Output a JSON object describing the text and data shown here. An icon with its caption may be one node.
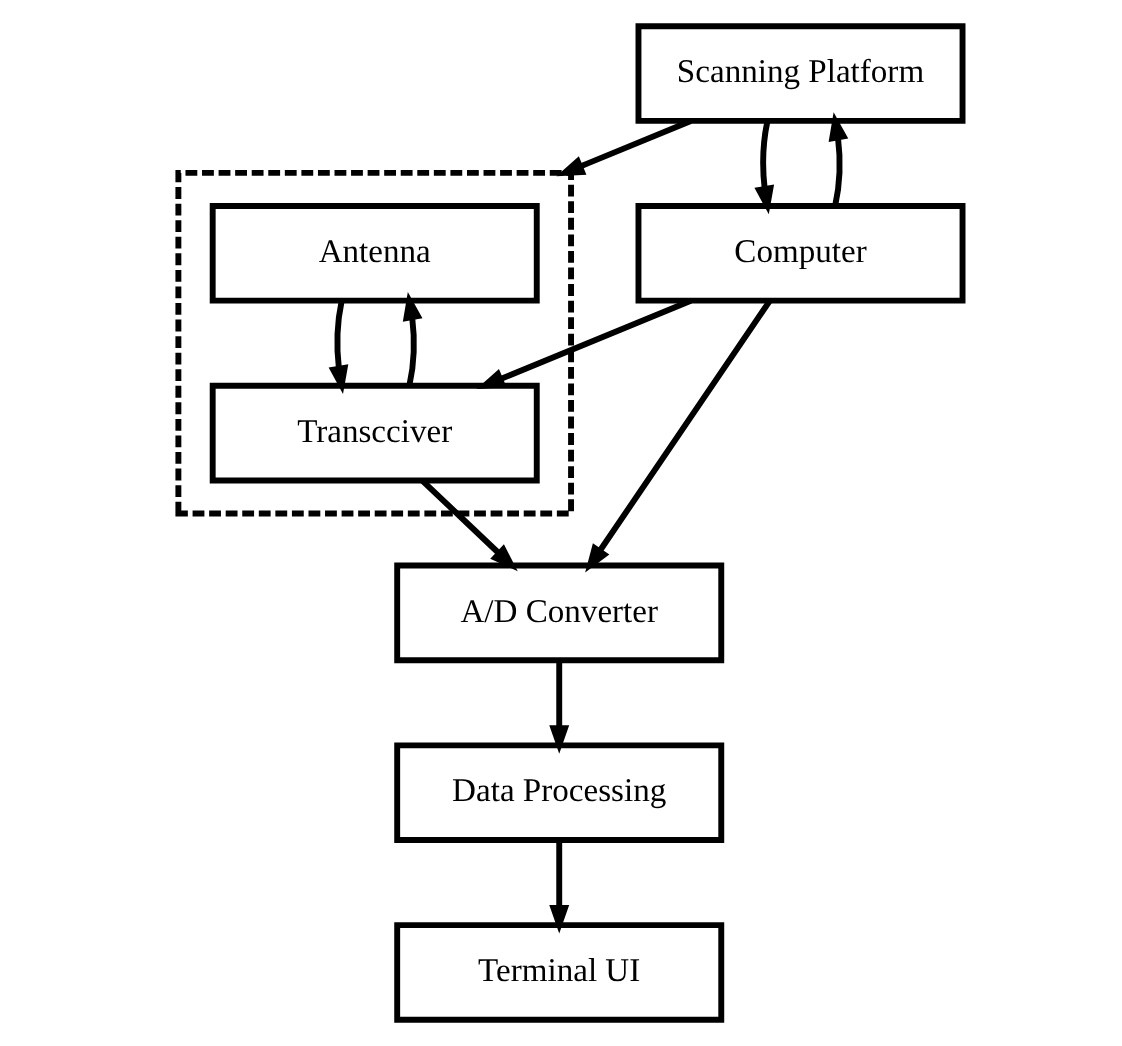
{
  "diagram": {
    "nodes": [
      {
        "text": [
          "Scanning Platform"
        ]
      },
      {
        "text": [],
        "shape": "box"
      },
      {
        "text": [
          "Antenna"
        ],
        "in": 1
      },
      {
        "text": [
          "Computer"
        ]
      },
      {
        "text": [
          "Transcciver"
        ],
        "in": 1
      },
      {
        "text": [
          "A/D Converter"
        ]
      },
      {
        "text": [
          "Data Processing"
        ]
      },
      {
        "text": [
          "Terminal UI"
        ]
      }
    ],
    "edges": [
      {
        "from": 0,
        "to": 1,
        "arrow": "to"
      },
      {
        "from": 0,
        "to": 3,
        "arrow": "to"
      },
      {
        "from": 3,
        "to": 0,
        "arrow": "to"
      },
      {
        "from": 2,
        "to": 4,
        "arrow": "to"
      },
      {
        "from": 4,
        "to": 2,
        "arrow": "to"
      },
      {
        "from": 3,
        "to": 4,
        "arrow": "to"
      },
      {
        "from": 4,
        "to": 5,
        "arrow": "to"
      },
      {
        "from": 3,
        "to": 5,
        "arrow": "to"
      },
      {
        "from": 5,
        "to": 6,
        "arrow": "to"
      },
      {
        "from": 6,
        "to": 7,
        "arrow": "to"
      }
    ]
  }
}
